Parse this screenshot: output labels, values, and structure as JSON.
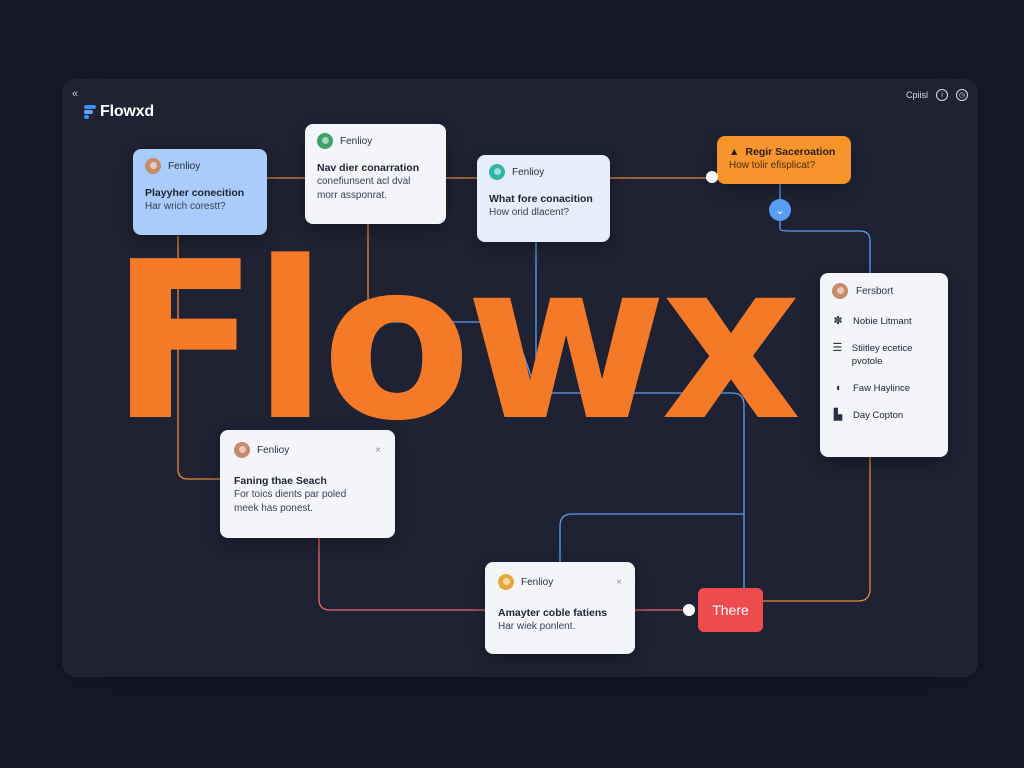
{
  "topbar": {
    "back_glyph": "«",
    "app_name": "Flowxd",
    "right_label": "Cpiisl",
    "info_glyph": "i",
    "clock_glyph": "◷"
  },
  "wordmark": "Flowx",
  "cards": {
    "c1": {
      "author": "Fenlioy",
      "title": "Playyher conecition",
      "subtitle": "Har wrich corestt?"
    },
    "c2": {
      "author": "Fenlioy",
      "title": "Nav dier conarration",
      "line2": "conefiunsent acl dval",
      "line3": "morr assponrat."
    },
    "c3": {
      "author": "Fenlioy",
      "title": "What fore conacition",
      "subtitle": "How orid dlacent?"
    },
    "c4": {
      "title": "Regir Saceroation",
      "subtitle": "How tolir efisplicat?"
    },
    "c5": {
      "author": "Fenlioy",
      "close": "×",
      "title": "Faning thae Seach",
      "line2": "For toics dients par poled",
      "line3": "meek has ponest."
    },
    "c6": {
      "author": "Fenlioy",
      "close": "×",
      "title": "Amayter coble fatiens",
      "subtitle": "Har wiek ponlent."
    }
  },
  "menu": {
    "author": "Fersbort",
    "items": [
      {
        "icon": "gear-icon",
        "glyph": "✽",
        "label": "Nobie Litmant"
      },
      {
        "icon": "document-icon",
        "glyph": "☰",
        "label": "Stiitley ecetice pvotole"
      },
      {
        "icon": "shield-icon",
        "glyph": "◖",
        "label": "Faw Haylince"
      },
      {
        "icon": "chart-icon",
        "glyph": "▙",
        "label": "Day Copton"
      }
    ]
  },
  "chevron_glyph": "⌄",
  "there_button": "There",
  "colors": {
    "background": "#161a2b",
    "board": "#1f2233",
    "accent_orange": "#f47a28",
    "accent_blue": "#5a9df4",
    "accent_red": "#ee4b4e"
  }
}
